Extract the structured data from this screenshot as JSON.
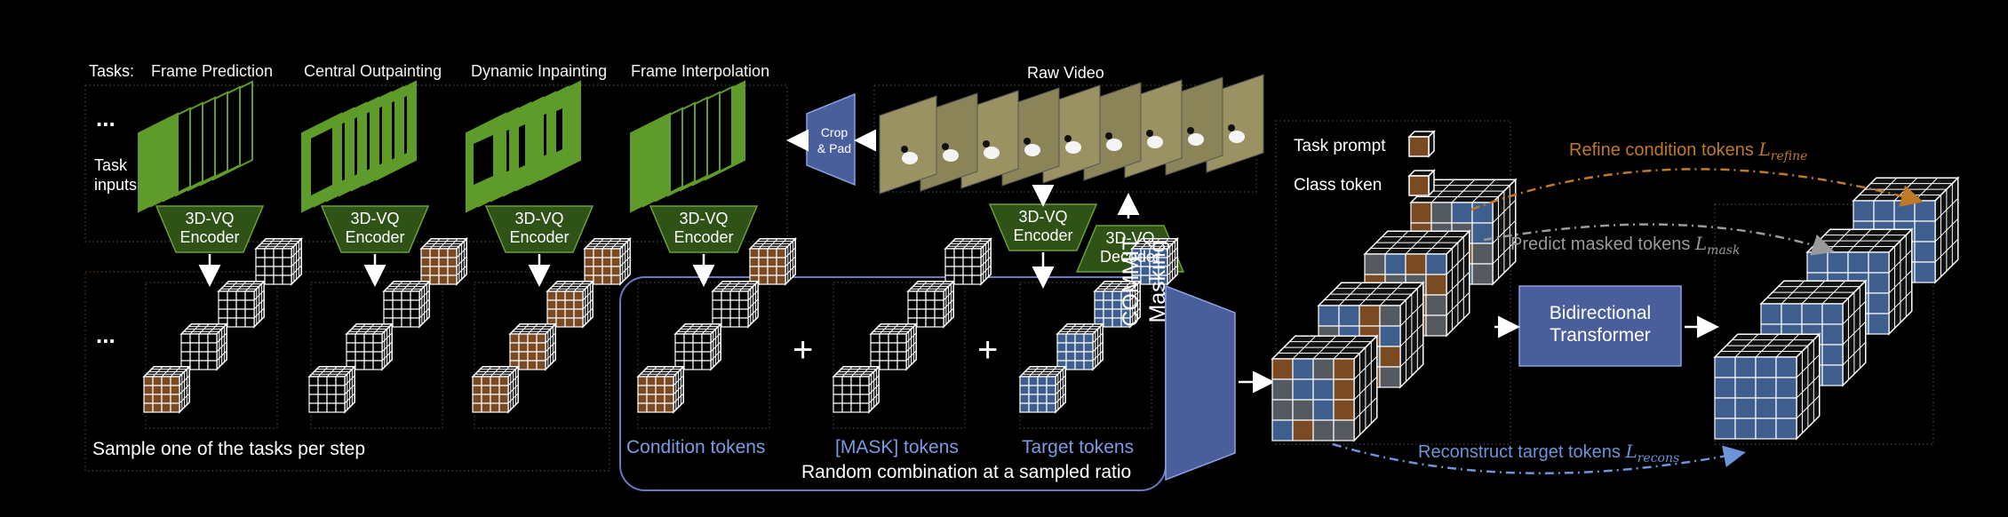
{
  "tasks_label": "Tasks:",
  "task_titles": [
    "Frame Prediction",
    "Central Outpainting",
    "Dynamic Inpainting",
    "Frame Interpolation"
  ],
  "ellipsis": "...",
  "task_inputs_line1": "Task",
  "task_inputs_line2": "inputs",
  "encoder_line1": "3D-VQ",
  "encoder_line2": "Encoder",
  "decoder_line1": "3D-VQ",
  "decoder_line2": "Decoder",
  "crop_line1": "Crop",
  "crop_line2": "& Pad",
  "raw_video": "Raw Video",
  "sample_caption": "Sample one of the tasks per step",
  "condition_tokens": "Condition tokens",
  "mask_tokens": "[MASK] tokens",
  "target_tokens": "Target tokens",
  "random_combination": "Random combination at a sampled ratio",
  "commit_line1": "COMMIT",
  "commit_line2": "Masking",
  "task_prompt": "Task prompt",
  "class_token": "Class token",
  "bidirectional_line1": "Bidirectional",
  "bidirectional_line2": "Transformer",
  "refine_label": "Refine condition tokens",
  "refine_math": "L",
  "refine_sub": "refine",
  "predict_label": "Predict masked tokens",
  "predict_math": "L",
  "predict_sub": "mask",
  "recons_label": "Reconstruct target tokens",
  "recons_math": "L",
  "recons_sub": "recons",
  "plus": "+",
  "colors": {
    "brown": "#7a4a22",
    "blue": "#3e5f8e",
    "gray": "#555a60",
    "green": "#5f9b2a",
    "encoder_fill": "#2f5217",
    "encoder_stroke": "#6aa03c",
    "commit_fill": "#4a5e9c",
    "accent_blue": "#7b9be3",
    "orange": "#c07a25",
    "panel_border": "#6a79c2"
  }
}
